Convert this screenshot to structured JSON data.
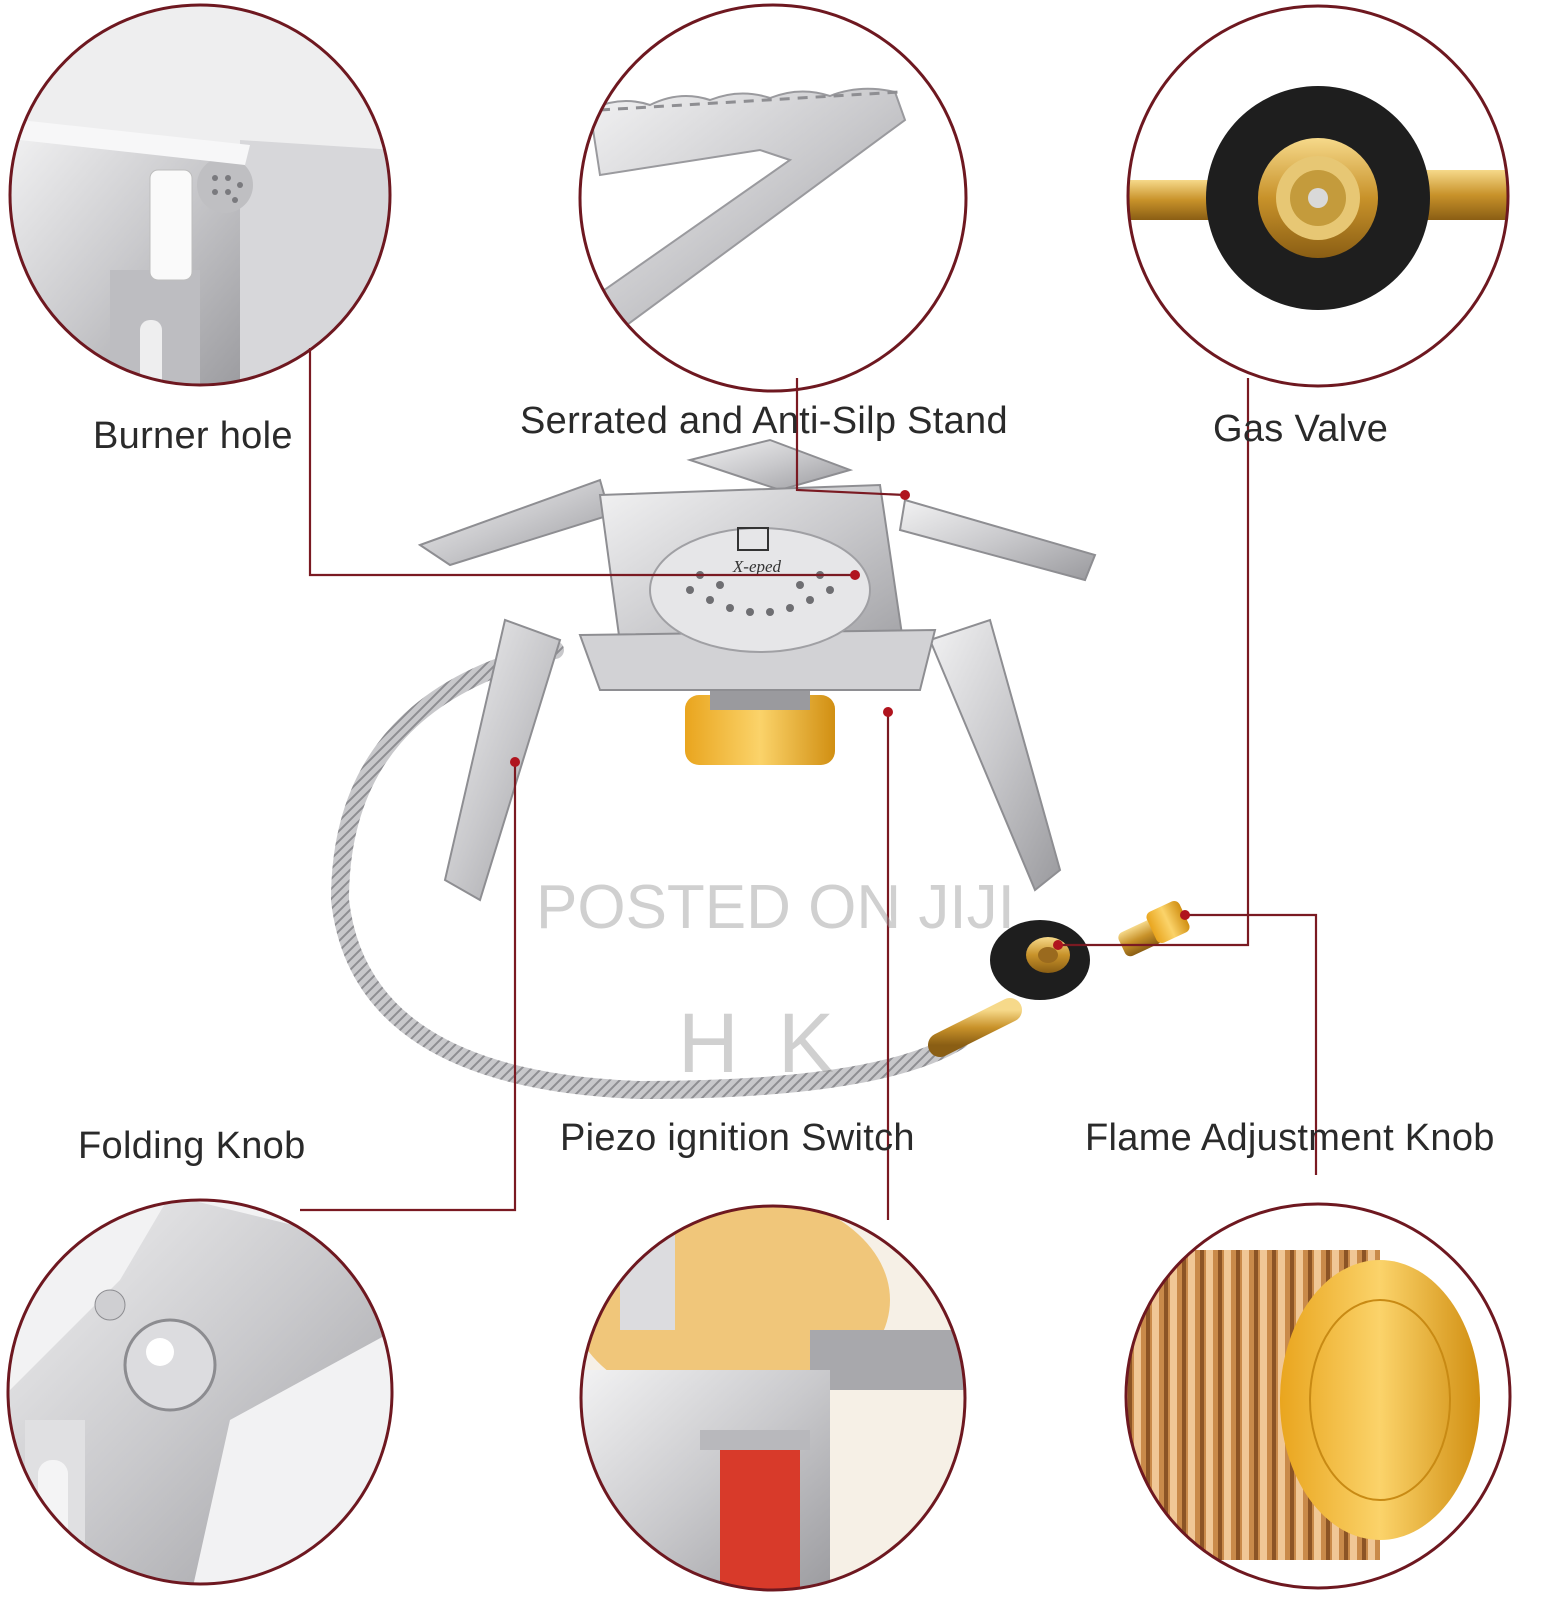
{
  "labels": {
    "burner_hole": "Burner hole",
    "serrated_stand": "Serrated and Anti-Silp Stand",
    "gas_valve": "Gas Valve",
    "folding_knob": "Folding Knob",
    "piezo_switch": "Piezo ignition Switch",
    "flame_knob": "Flame Adjustment Knob"
  },
  "stove": {
    "brand_mark": "X-eped"
  },
  "watermark": {
    "line1": "POSTED ON JIJI",
    "line2": "H K"
  },
  "colors": {
    "callout_line": "#7a1a22",
    "circle_border": "#6e1820",
    "steel": "#d9d9dc",
    "brass": "#d4a23a",
    "gold_base": "#f0b62a"
  }
}
